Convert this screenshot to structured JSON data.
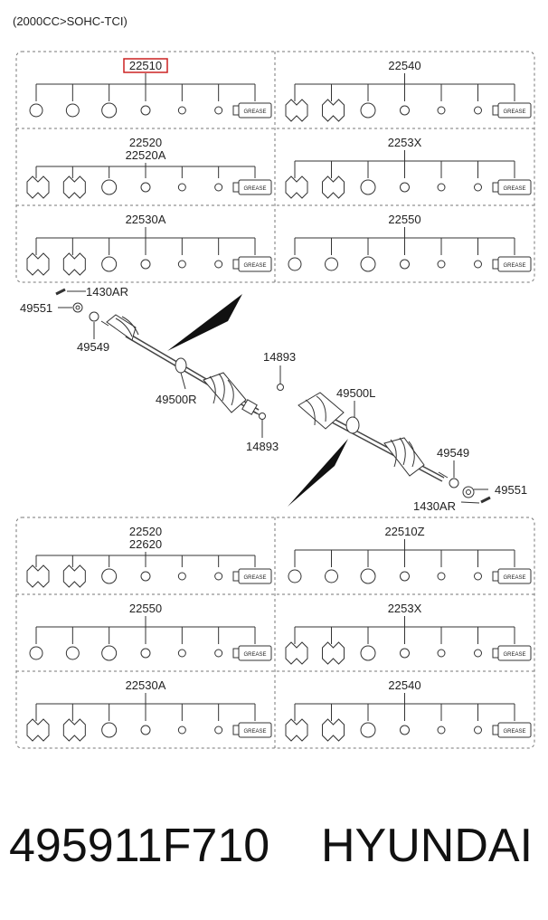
{
  "header": {
    "engine_note": "(2000CC>SOHC-TCI)"
  },
  "kits": [
    {
      "label": "22510",
      "highlight": true
    },
    {
      "label": "22540"
    },
    {
      "label": "22520",
      "label2": "22520A"
    },
    {
      "label": "2253X"
    },
    {
      "label": "22530A"
    },
    {
      "label": "22550"
    },
    {
      "label": "22520",
      "label2": "22620"
    },
    {
      "label": "22510Z"
    },
    {
      "label": "22550"
    },
    {
      "label": "2253X"
    },
    {
      "label": "22530A"
    },
    {
      "label": "22540"
    }
  ],
  "grease_label": "GREASE",
  "callouts": {
    "c1430ar_top": "1430AR",
    "c49551_top": "49551",
    "c49549_top": "49549",
    "c49500r": "49500R",
    "c14893_a": "14893",
    "c14893_b": "14893",
    "c49500l": "49500L",
    "c49549_bot": "49549",
    "c49551_bot": "49551",
    "c1430ar_bot": "1430AR"
  },
  "colors": {
    "highlight": "#cc2222",
    "line": "#333333",
    "dash": "#777777"
  },
  "footer": {
    "part_number": "495911F710",
    "brand": "HYUNDAI"
  }
}
